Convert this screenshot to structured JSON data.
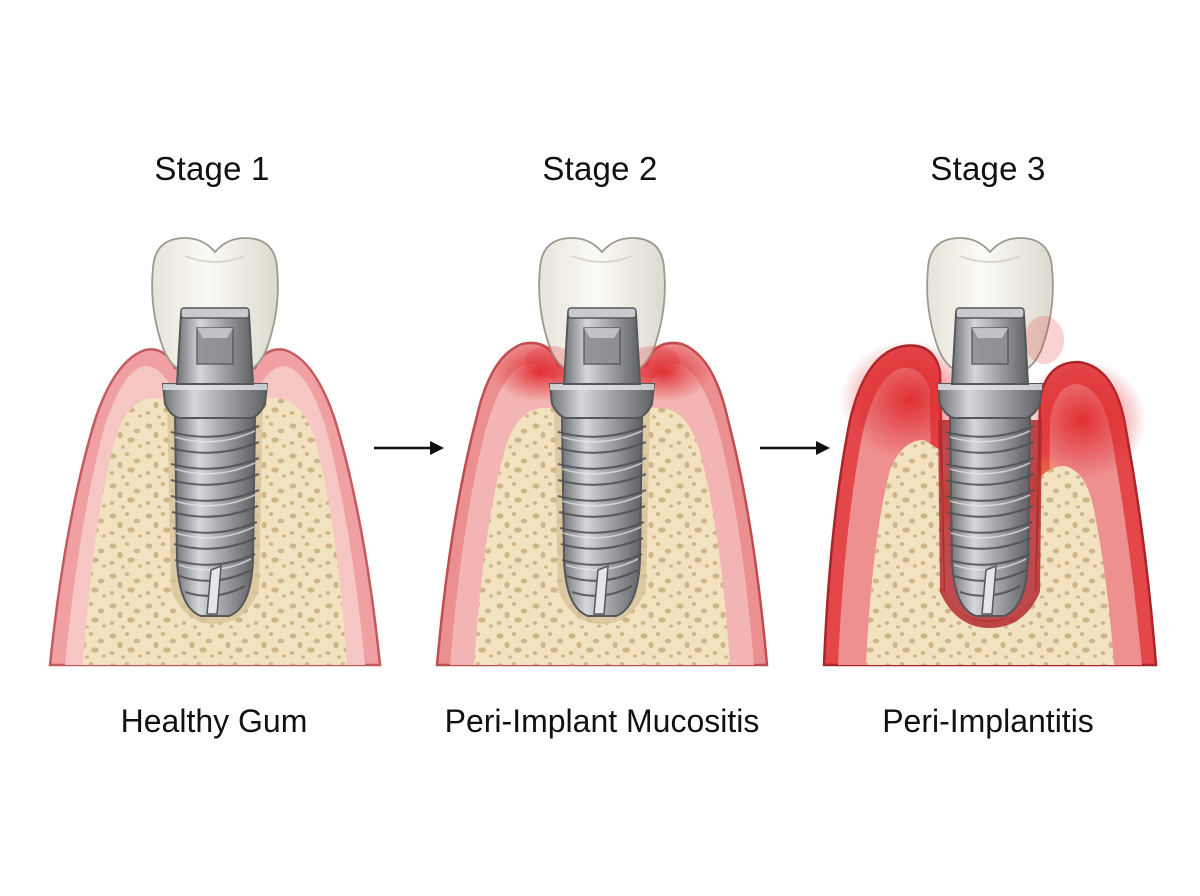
{
  "stages": [
    {
      "title": "Stage 1",
      "caption": "Healthy Gum"
    },
    {
      "title": "Stage 2",
      "caption": "Peri-Implant Mucositis"
    },
    {
      "title": "Stage 3",
      "caption": "Peri-Implantitis"
    }
  ],
  "colors": {
    "gum_outer": "#e77e84",
    "gum_inner": "#f4b6b5",
    "inflamed": "#e23034",
    "bone": "#f3e2bf",
    "bone_pore": "#c9ae80",
    "crown": "#f5f3ec",
    "titanium": "#aeb0b4",
    "arrow": "#111111"
  },
  "icons": [
    "tooth-crown-icon",
    "implant-abutment-icon",
    "implant-screw-icon",
    "arrow-right-icon"
  ]
}
